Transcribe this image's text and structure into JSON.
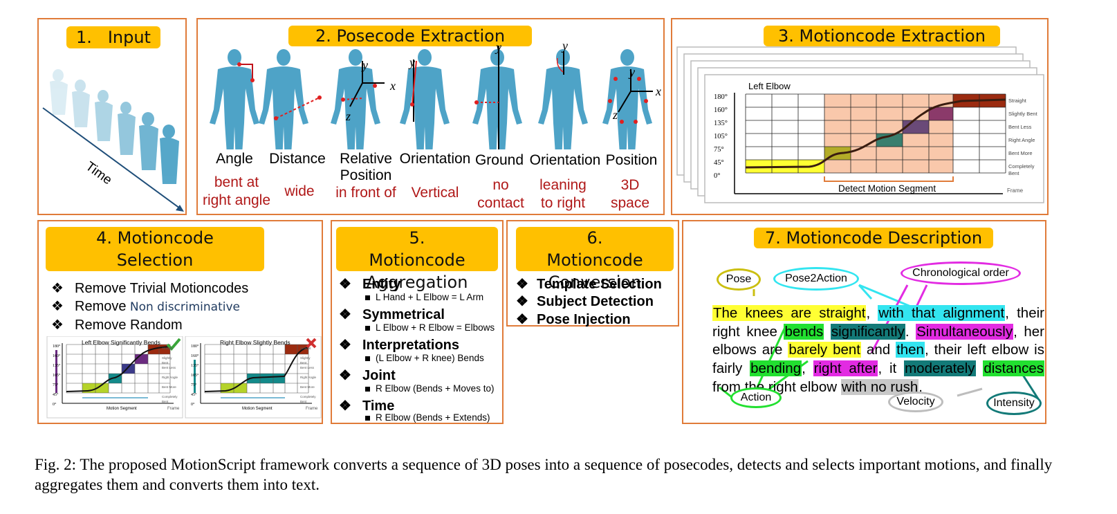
{
  "panels": {
    "input": {
      "title": "1.   Input",
      "time_label": "Time"
    },
    "posecode": {
      "title": "2. Posecode Extraction",
      "items": [
        {
          "label": "Angle",
          "value": "bent at right angle",
          "icon": "body-angle-icon"
        },
        {
          "label": "Distance",
          "value": "wide",
          "icon": "body-distance-icon"
        },
        {
          "label": "Relative Position",
          "value": "in front of",
          "icon": "body-relative-position-icon"
        },
        {
          "label": "Orientation",
          "value": "Vertical",
          "icon": "body-orientation-icon"
        },
        {
          "label": "Ground",
          "value": "no contact",
          "icon": "body-ground-icon"
        },
        {
          "label": "Orientation",
          "value": "leaning to right",
          "icon": "body-orientation-lean-icon"
        },
        {
          "label": "Position",
          "value": "3D space",
          "icon": "body-position-icon"
        }
      ],
      "axis_labels": {
        "x": "x",
        "y": "y",
        "z": "z"
      }
    },
    "motioncode_extraction": {
      "title": "3. Motioncode Extraction",
      "chart_title": "Left Elbow",
      "y_ticks": [
        "180°",
        "160°",
        "135°",
        "105°",
        "75°",
        "45°",
        "0°"
      ],
      "right_labels": [
        "Straight",
        "Slightly Bent",
        "Bent Less",
        "Right Angle",
        "Bent More",
        "Completely Bent"
      ],
      "segment_label": "Detect Motion Segment",
      "x_axis_label": "Frame"
    },
    "selection": {
      "title": "4. Motioncode Selection",
      "items": [
        {
          "bold": "Remove Trivial Motioncodes",
          "rest": ""
        },
        {
          "bold": "Remove",
          "rest": " Non discriminative"
        },
        {
          "bold": "Remove Random",
          "rest": ""
        }
      ],
      "mini_left_title": "Left Elbow Significantly Bends",
      "mini_right_title": "Right Elbow Slightly Bends",
      "mini_segment": "Motion Segment",
      "mini_frame": "Frame",
      "mini_y_ticks": [
        "180°",
        "160°",
        "135°",
        "105°",
        "75°",
        "45°",
        "0°"
      ],
      "mini_right_labels": [
        "Straight",
        "Slightly Bent",
        "Bent Less",
        "Right Angle",
        "Bent More",
        "Completely Bent"
      ]
    },
    "aggregation": {
      "title": "5. Motioncode Aggregation",
      "items": [
        {
          "name": "Entity",
          "detail": "L Hand + L Elbow = L Arm"
        },
        {
          "name": "Symmetrical",
          "detail": "L Elbow + R Elbow = Elbows"
        },
        {
          "name": "Interpretations",
          "detail": "(L Elbow + R knee) Bends"
        },
        {
          "name": "Joint",
          "detail": "R Elbow (Bends + Moves to)"
        },
        {
          "name": "Time",
          "detail": "R Elbow (Bends + Extends)"
        }
      ]
    },
    "conversion": {
      "title": "6. Motioncode Conversion",
      "items": [
        "Template Selection",
        "Subject Detection",
        "Pose Injection"
      ]
    },
    "description": {
      "title": "7. Motioncode Description",
      "ovals": {
        "pose": "Pose",
        "pose2action": "Pose2Action",
        "chrono": "Chronological order",
        "action": "Action",
        "velocity": "Velocity",
        "intensity": "Intensity"
      },
      "segments": [
        {
          "text": "The knees are straight",
          "color": "#ffff33"
        },
        {
          "text": ", ",
          "color": ""
        },
        {
          "text": "with that alignment",
          "color": "#33e5f0"
        },
        {
          "text": ", their right knee ",
          "color": ""
        },
        {
          "text": "bends",
          "color": "#22e030"
        },
        {
          "text": " ",
          "color": ""
        },
        {
          "text": "significantly",
          "color": "#137a78"
        },
        {
          "text": ". ",
          "color": ""
        },
        {
          "text": "Simultaneously",
          "color": "#e22be2"
        },
        {
          "text": ", her elbows are ",
          "color": ""
        },
        {
          "text": "barely bent",
          "color": "#ffff33"
        },
        {
          "text": " and ",
          "color": ""
        },
        {
          "text": "then",
          "color": "#33e5f0"
        },
        {
          "text": ", their left elbow is fairly ",
          "color": ""
        },
        {
          "text": "bending",
          "color": "#22e030"
        },
        {
          "text": ", ",
          "color": ""
        },
        {
          "text": "right after",
          "color": "#e22be2"
        },
        {
          "text": ", it ",
          "color": ""
        },
        {
          "text": "moderately",
          "color": "#137a78"
        },
        {
          "text": " ",
          "color": ""
        },
        {
          "text": "distances",
          "color": "#22e030"
        },
        {
          "text": " from the right elbow ",
          "color": ""
        },
        {
          "text": "with no rush",
          "color": "#c8c8c8"
        },
        {
          "text": ".",
          "color": ""
        }
      ]
    }
  },
  "caption": "Fig. 2: The proposed MotionScript framework converts a sequence of 3D poses into a sequence of posecodes, detects and selects important motions, and finally aggregates them and converts them into text.",
  "colors": {
    "panel_border": "#e07b39",
    "title_bg": "#ffc000",
    "body": "#4ea3c7",
    "value_text": "#b01818"
  }
}
